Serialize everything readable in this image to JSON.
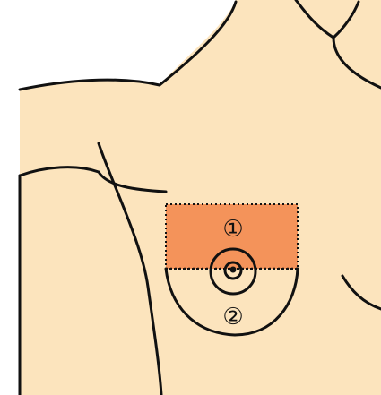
{
  "colors": {
    "skin": "#fce4bd",
    "outline": "#111111",
    "highlight_region": "#f4935a",
    "background": "#ffffff"
  },
  "regions": [
    {
      "label": "①",
      "highlighted": true,
      "border": "dotted"
    },
    {
      "label": "②",
      "highlighted": false,
      "border": "dotted-top"
    }
  ]
}
